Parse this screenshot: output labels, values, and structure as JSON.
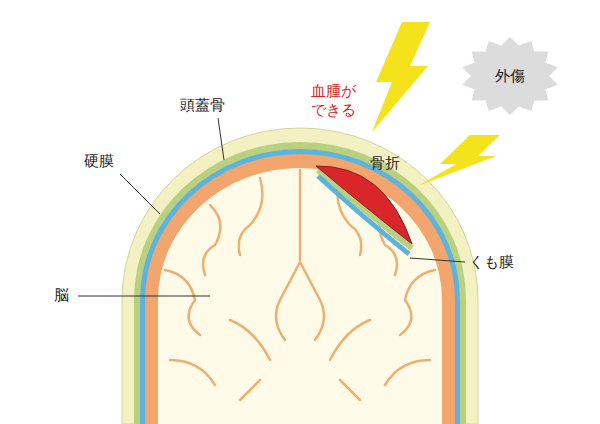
{
  "diagram": {
    "nodes": [
      {
        "text": [
          "外傷"
        ]
      }
    ],
    "labels": [
      "血腫が できる",
      "骨折",
      "頭蓋骨",
      "硬膜",
      "くも膜",
      "脳"
    ]
  }
}
